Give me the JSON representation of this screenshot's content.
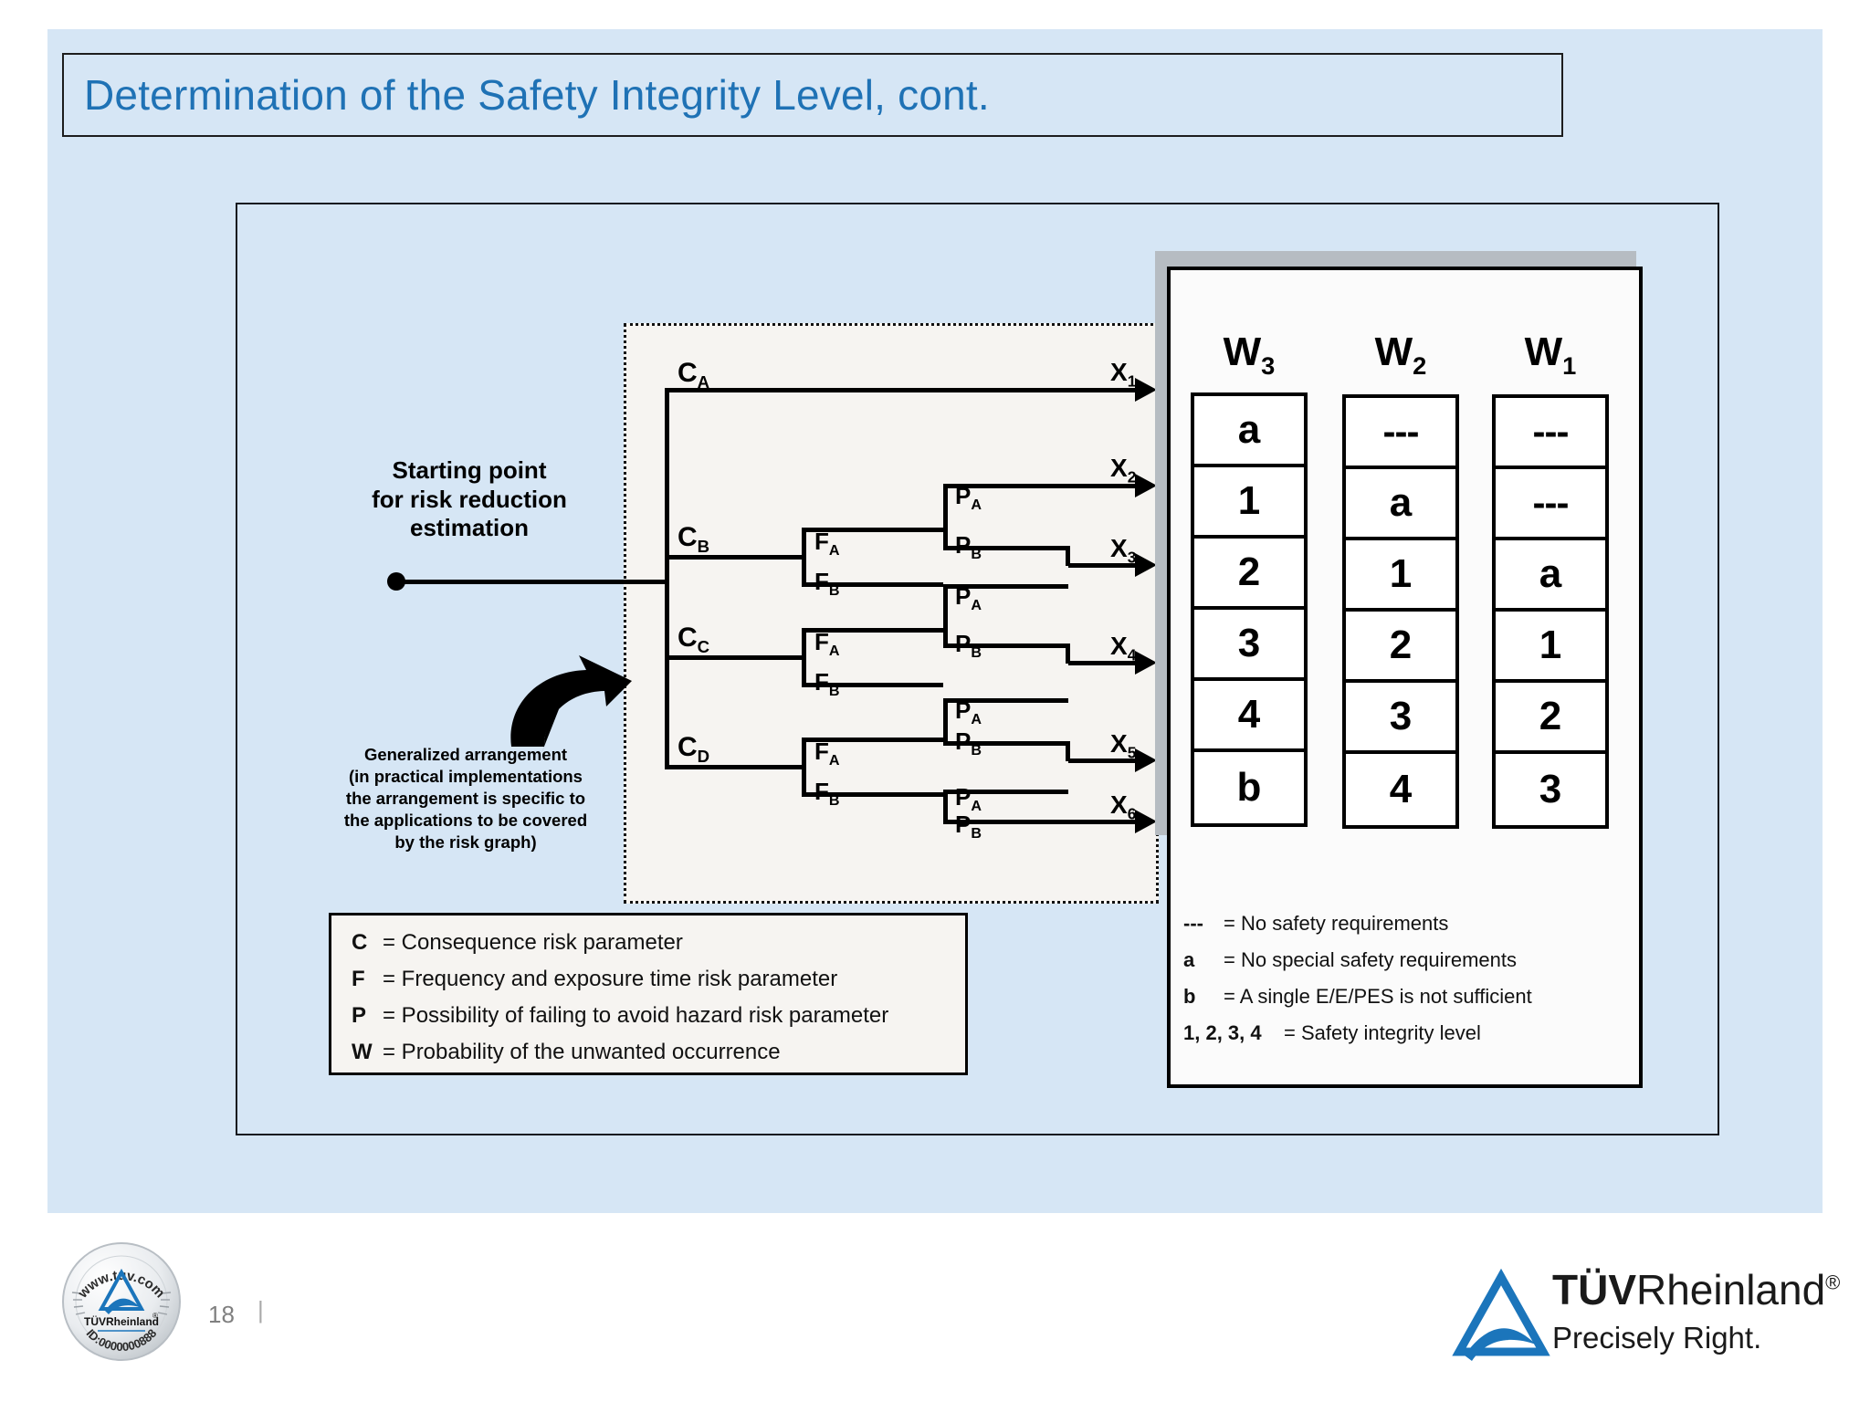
{
  "slide": {
    "title": "Determination of the Safety Integrity Level, cont.",
    "page_number": "18",
    "page_separator": "|",
    "accent_color": "#1f72b5",
    "background_color": "#d6e6f5"
  },
  "risk_graph": {
    "starting_point_label": "Starting point\nfor risk reduction\nestimation",
    "starting_point_line1": "Starting point",
    "starting_point_line2": "for risk reduction",
    "starting_point_line3": "estimation",
    "note_line1": "Generalized arrangement",
    "note_line2": "(in practical implementations",
    "note_line3": "the arrangement is specific to",
    "note_line4": "the applications to be covered",
    "note_line5": "by the risk graph)",
    "c_nodes": [
      {
        "letter": "C",
        "sub": "A"
      },
      {
        "letter": "C",
        "sub": "B"
      },
      {
        "letter": "C",
        "sub": "C"
      },
      {
        "letter": "C",
        "sub": "D"
      }
    ],
    "f_nodes": [
      {
        "letter": "F",
        "sub": "A"
      },
      {
        "letter": "F",
        "sub": "B"
      }
    ],
    "p_nodes": [
      {
        "letter": "P",
        "sub": "A"
      },
      {
        "letter": "P",
        "sub": "B"
      }
    ],
    "outputs": [
      {
        "letter": "X",
        "sub": "1"
      },
      {
        "letter": "X",
        "sub": "2"
      },
      {
        "letter": "X",
        "sub": "3"
      },
      {
        "letter": "X",
        "sub": "4"
      },
      {
        "letter": "X",
        "sub": "5"
      },
      {
        "letter": "X",
        "sub": "6"
      }
    ]
  },
  "parameter_legend": [
    {
      "key": "C",
      "text": "= Consequence risk parameter"
    },
    {
      "key": "F",
      "text": "= Frequency and exposure time risk parameter"
    },
    {
      "key": "P",
      "text": "= Possibility of failing to avoid hazard risk parameter"
    },
    {
      "key": "W",
      "text": "= Probability of the unwanted occurrence"
    }
  ],
  "result_legend": [
    {
      "key": "---",
      "text": "= No safety requirements"
    },
    {
      "key": "a",
      "text": "= No special safety requirements"
    },
    {
      "key": "b",
      "text": "= A single E/E/PES is not sufficient"
    },
    {
      "key": "1, 2, 3, 4",
      "text": "= Safety integrity level"
    }
  ],
  "chart_data": {
    "type": "table",
    "title": "Risk graph SIL determination table",
    "columns": [
      {
        "header_letter": "W",
        "header_sub": "3",
        "values": [
          "a",
          "1",
          "2",
          "3",
          "4",
          "b"
        ]
      },
      {
        "header_letter": "W",
        "header_sub": "2",
        "values": [
          "---",
          "a",
          "1",
          "2",
          "3",
          "4"
        ]
      },
      {
        "header_letter": "W",
        "header_sub": "1",
        "values": [
          "---",
          "---",
          "a",
          "1",
          "2",
          "3"
        ]
      }
    ],
    "row_keys": [
      "X1",
      "X2",
      "X3",
      "X4",
      "X5",
      "X6"
    ]
  },
  "footer": {
    "seal_top_text": "www.tuv.com",
    "seal_brand_tuv": "TÜV",
    "seal_brand_rheinland": "Rheinland",
    "seal_registered": "®",
    "seal_id": "ID:0000000888",
    "logo_tuv": "TÜV",
    "logo_rheinland": "Rheinland",
    "logo_registered": "®",
    "logo_tagline": "Precisely Right.",
    "logo_color": "#1b75bb"
  }
}
